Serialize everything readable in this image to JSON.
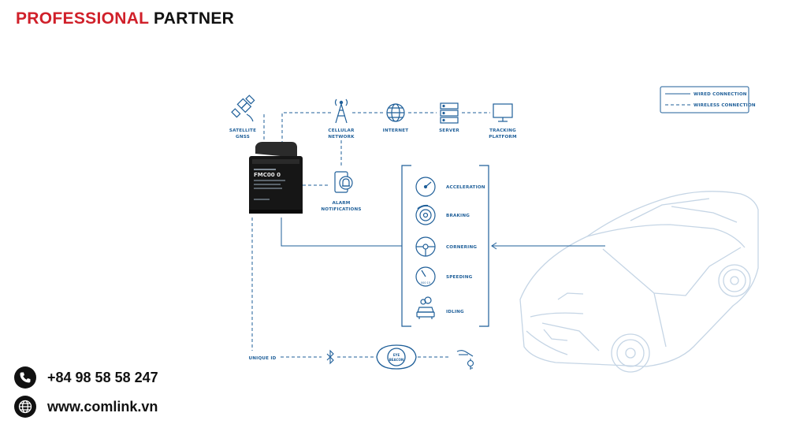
{
  "header": {
    "title_red": "PROFESSIONAL",
    "title_black": "PARTNER"
  },
  "legend": {
    "wired": "WIRED CONNECTION",
    "wireless": "WIRELESS CONNECTION"
  },
  "nodes": {
    "satellite": [
      "SATELLITE",
      "GNSS"
    ],
    "cellular": [
      "CELLULAR",
      "NETWORK"
    ],
    "internet": "INTERNET",
    "server": "SERVER",
    "tracking": [
      "TRACKING",
      "PLATFORM"
    ],
    "alarm": [
      "ALARM",
      "NOTIFICATIONS"
    ],
    "unique_id": "UNIQUE ID"
  },
  "device": {
    "model": "FMC00 0"
  },
  "beacon": {
    "label": [
      "EYE",
      "BEACON"
    ]
  },
  "speed_gauge_label": "000 15",
  "behaviors": [
    "ACCELERATION",
    "BRAKING",
    "CORNERING",
    "SPEEDING",
    "IDLING"
  ],
  "contacts": {
    "phone": "+84 98 58 58 247",
    "website": "www.comlink.vn"
  },
  "colors": {
    "accent_red": "#d0202a",
    "line_blue": "#1f5f99",
    "car_outline": "#c5d5e5"
  }
}
